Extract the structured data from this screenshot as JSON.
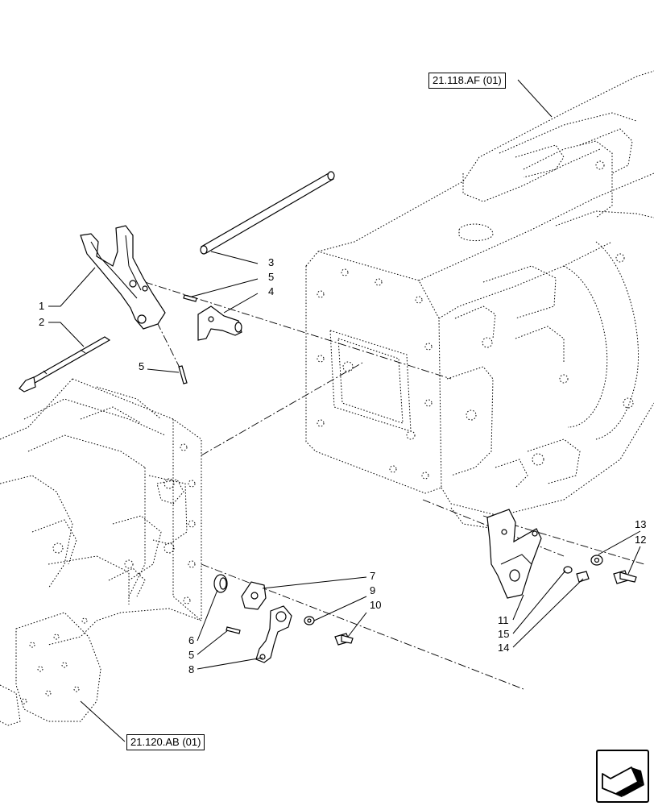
{
  "references": {
    "top": "21.118.AF (01)",
    "bottom": "21.120.AB (01)"
  },
  "callouts": [
    "1",
    "2",
    "3",
    "5",
    "4",
    "5",
    "7",
    "9",
    "10",
    "6",
    "5",
    "8",
    "13",
    "12",
    "11",
    "15",
    "14"
  ],
  "icons": {
    "navigation": "previous-page-arrow-icon"
  }
}
